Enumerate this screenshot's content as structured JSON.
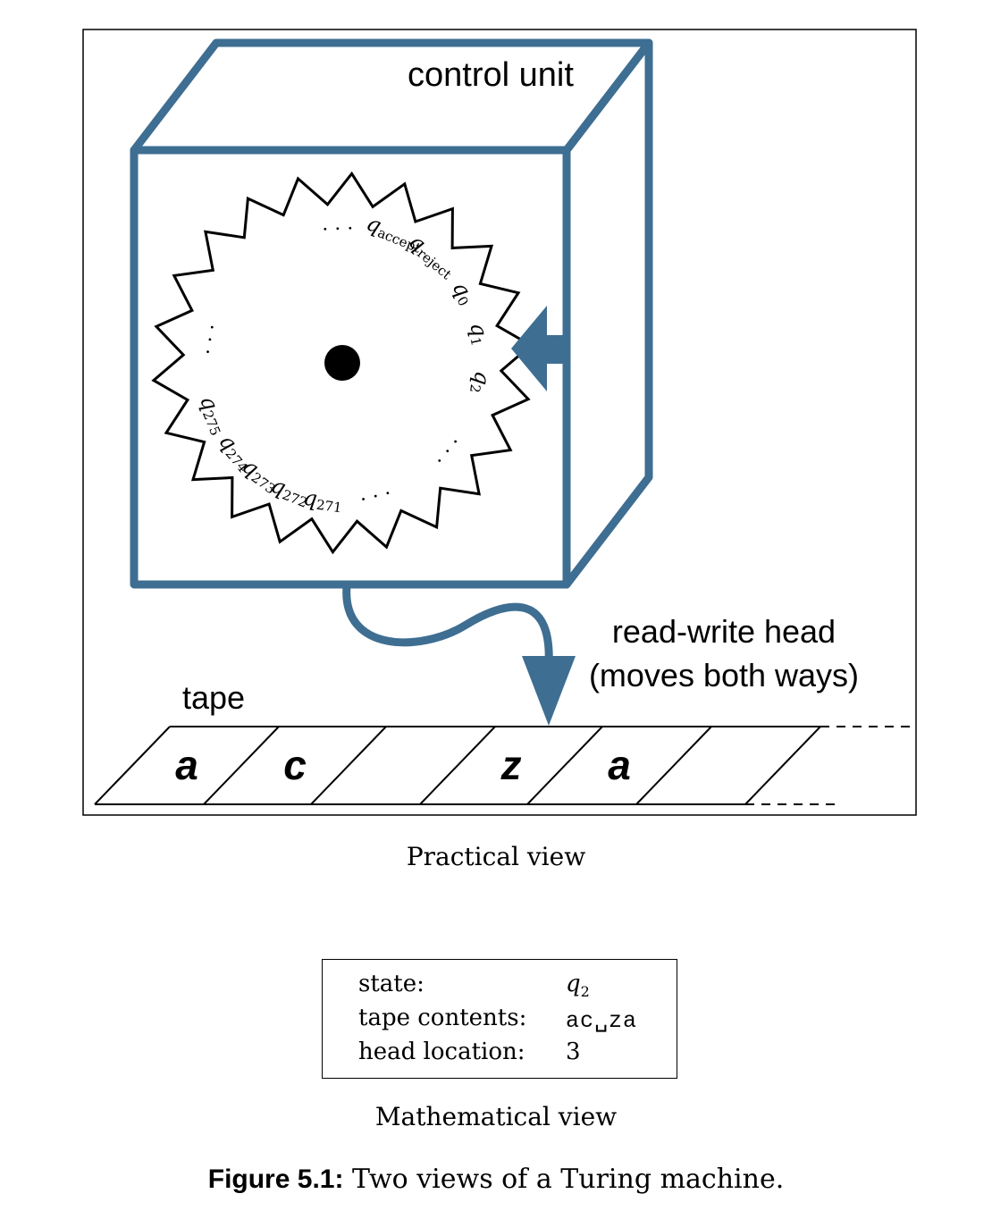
{
  "practical": {
    "control_unit_label": "control unit",
    "head_label_line1": "read-write head",
    "head_label_line2": "(moves both ways)",
    "tape_label": "tape",
    "tape_cells": [
      "a",
      "c",
      "",
      "z",
      "a",
      ""
    ],
    "dial_states": [
      {
        "base": "q",
        "sub": "accept"
      },
      {
        "base": "q",
        "sub": "reject"
      },
      {
        "base": "q",
        "sub": "0"
      },
      {
        "base": "q",
        "sub": "1"
      },
      {
        "base": "q",
        "sub": "2"
      },
      {
        "base": "q",
        "sub": "271"
      },
      {
        "base": "q",
        "sub": "272"
      },
      {
        "base": "q",
        "sub": "273"
      },
      {
        "base": "q",
        "sub": "274"
      },
      {
        "base": "q",
        "sub": "275"
      }
    ],
    "ellipsis": "· · ·",
    "caption": "Practical view",
    "accent_color": "#3e6e92"
  },
  "mathematical": {
    "rows": [
      {
        "label": "state:",
        "value_base": "q",
        "value_sub": "2"
      },
      {
        "label": "tape contents:",
        "value": "ac␣za"
      },
      {
        "label": "head location:",
        "value": "3"
      }
    ],
    "caption": "Mathematical view"
  },
  "figure": {
    "label": "Figure 5.1:",
    "text": "Two views of a Turing machine."
  }
}
